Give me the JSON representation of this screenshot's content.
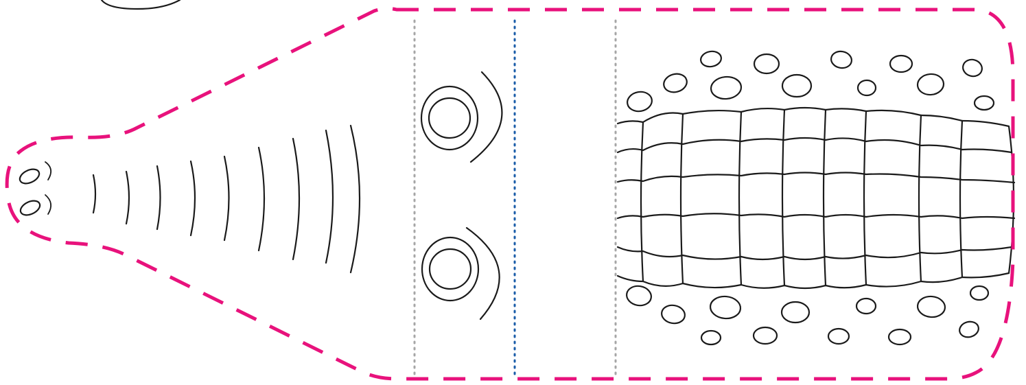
{
  "diagram": {
    "subject": "crocodile-head-template",
    "colors": {
      "cut_outline": "#e8127c",
      "fold_line_grey": "#a6a6a6",
      "fold_line_blue": "#1a5ca8",
      "line_art": "#1a1a1a",
      "background": "#ffffff"
    },
    "parts": [
      "nostrils",
      "snout-ridges",
      "eyes",
      "back-scales"
    ],
    "outline_style": "dashed",
    "fold_line_style": "dotted"
  }
}
